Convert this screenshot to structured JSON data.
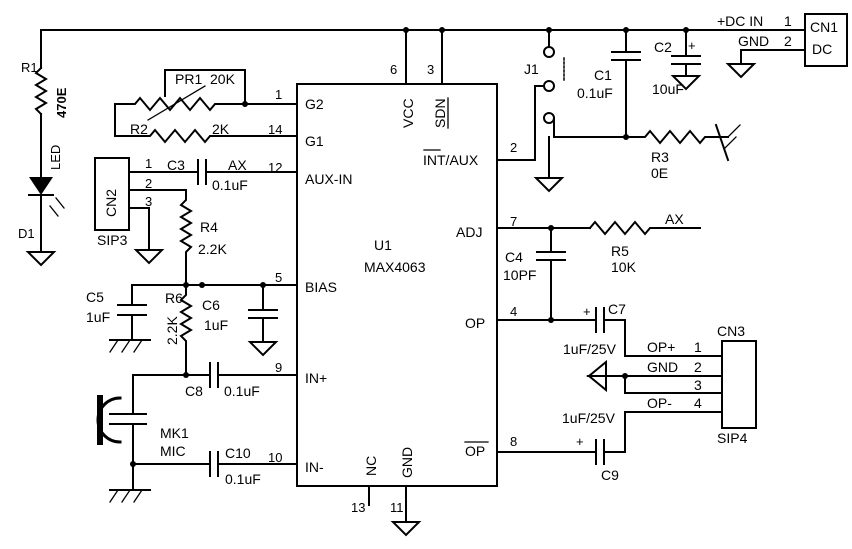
{
  "ic": {
    "ref": "U1",
    "part": "MAX4063",
    "pins": {
      "g2": {
        "name": "G2",
        "num": "1"
      },
      "g1": {
        "name": "G1",
        "num": "14"
      },
      "aux_in": {
        "name": "AUX-IN",
        "num": "12"
      },
      "bias": {
        "name": "BIAS",
        "num": "5"
      },
      "in_plus": {
        "name": "IN+",
        "num": "9"
      },
      "in_minus": {
        "name": "IN-",
        "num": "10"
      },
      "vcc": {
        "name": "VCC",
        "num": "6"
      },
      "sdn": {
        "name": "SDN",
        "num": "3"
      },
      "nc": {
        "name": "NC",
        "num": "13"
      },
      "gnd": {
        "name": "GND",
        "num": "11"
      },
      "int_aux": {
        "name": "INT/AUX",
        "num": "2"
      },
      "adj": {
        "name": "ADJ",
        "num": "7"
      },
      "op": {
        "name": "OP",
        "num": "4"
      },
      "op_bar": {
        "name": "OP",
        "num": "8"
      }
    }
  },
  "components": {
    "r1": {
      "ref": "R1",
      "value": "470E"
    },
    "d1": {
      "ref": "D1",
      "type": "LED"
    },
    "pr1": {
      "ref": "PR1",
      "value": "20K"
    },
    "r2": {
      "ref": "R2",
      "value": "2K"
    },
    "c3": {
      "ref": "C3",
      "value": "0.1uF"
    },
    "ax_label": "AX",
    "cn2": {
      "ref": "CN2",
      "type": "SIP3",
      "pins": [
        "1",
        "2",
        "3"
      ]
    },
    "r4": {
      "ref": "R4",
      "value": "2.2K"
    },
    "c5": {
      "ref": "C5",
      "value": "1uF"
    },
    "r6": {
      "ref": "R6",
      "value": "2.2K"
    },
    "c6": {
      "ref": "C6",
      "value": "1uF"
    },
    "c8": {
      "ref": "C8",
      "value": "0.1uF"
    },
    "mk1": {
      "ref": "MK1",
      "type": "MIC"
    },
    "c10": {
      "ref": "C10",
      "value": "0.1uF"
    },
    "j1": {
      "ref": "J1"
    },
    "c1": {
      "ref": "C1",
      "value": "0.1uF"
    },
    "c2": {
      "ref": "C2",
      "value": "10uF"
    },
    "r3": {
      "ref": "R3",
      "value": "0E"
    },
    "c4": {
      "ref": "C4",
      "value": "10PF"
    },
    "r5": {
      "ref": "R5",
      "value": "10K"
    },
    "ax_label2": "AX",
    "c7": {
      "ref": "C7",
      "value": "1uF/25V"
    },
    "c9": {
      "ref": "C9",
      "value": "1uF/25V"
    },
    "cn1": {
      "ref": "CN1",
      "type": "DC",
      "pins": [
        "1",
        "2"
      ],
      "labels": [
        "+DC IN",
        "GND"
      ]
    },
    "cn3": {
      "ref": "CN3",
      "type": "SIP4",
      "pins": [
        "1",
        "2",
        "3",
        "4"
      ],
      "labels": [
        "OP+",
        "GND",
        "OP-"
      ]
    },
    "plus": "+"
  }
}
